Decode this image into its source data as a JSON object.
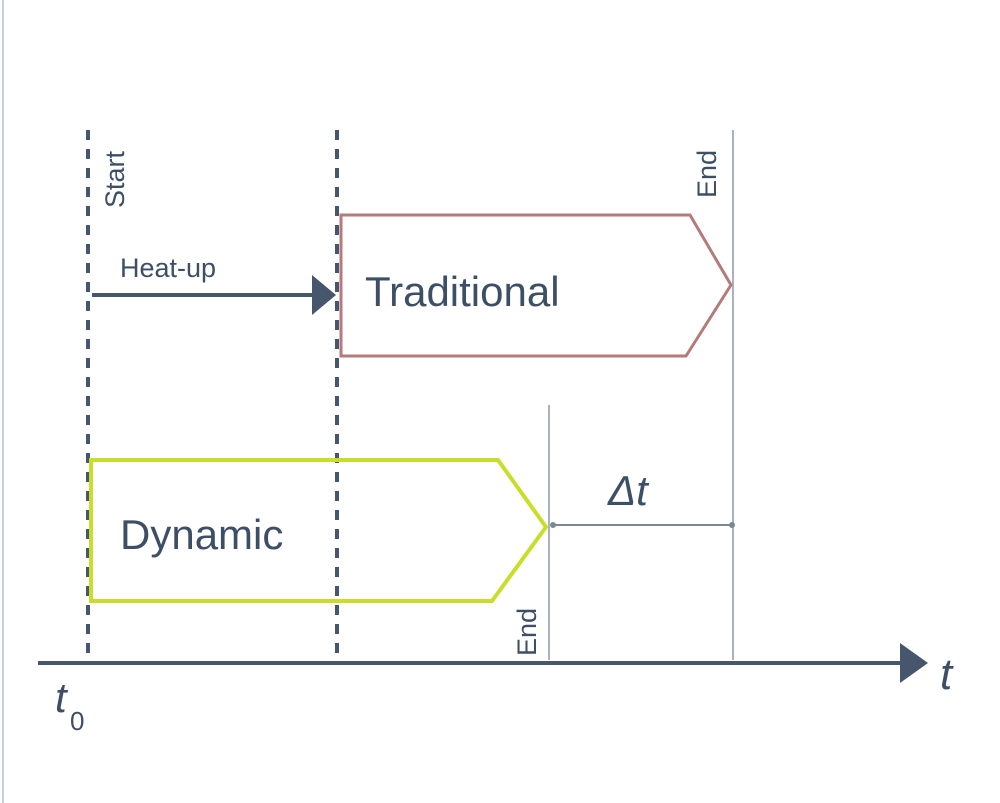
{
  "labels": {
    "start": "Start",
    "heat_up": "Heat-up",
    "traditional": "Traditional",
    "traditional_end": "End",
    "dynamic": "Dynamic",
    "dynamic_end": "End",
    "delta_t": "Δt",
    "t0_base": "t",
    "t0_sub": "0",
    "t_axis": "t"
  },
  "colors": {
    "line": "#46566d",
    "text": "#3d4f66",
    "traditional_outline": "#b57a7a",
    "dynamic_outline": "#c9de2a",
    "thin_guide": "#a9b2bd"
  }
}
